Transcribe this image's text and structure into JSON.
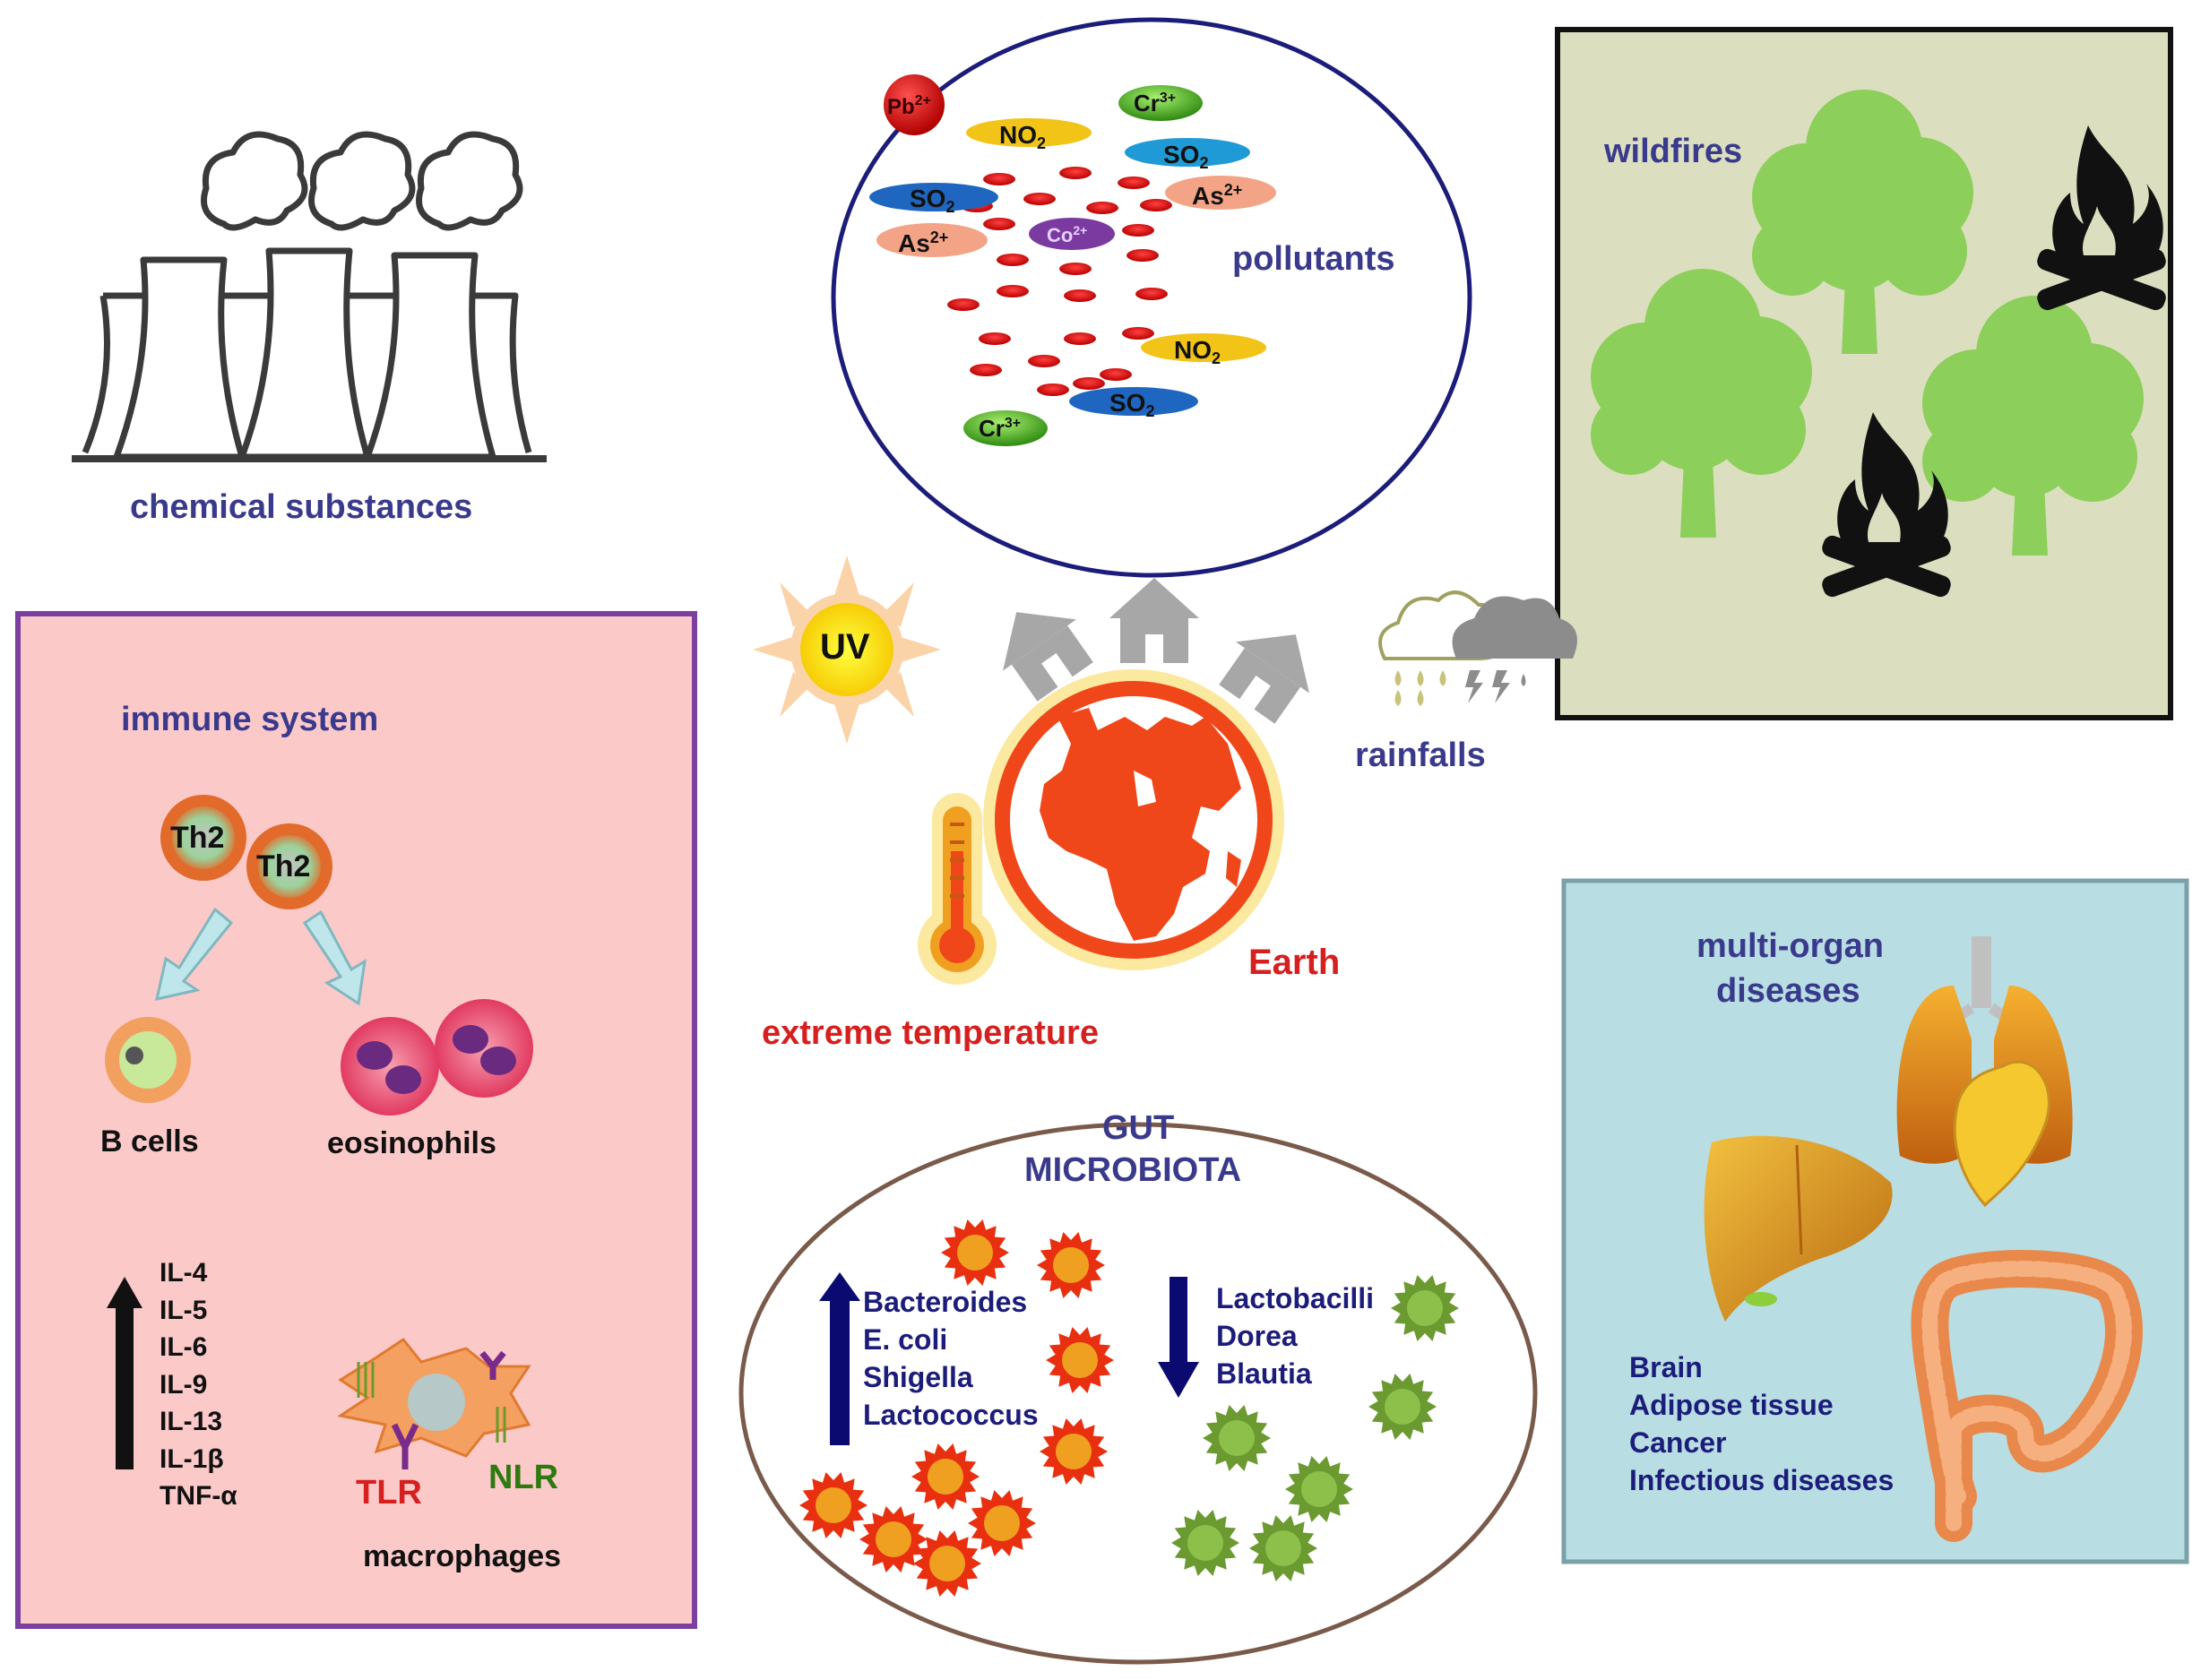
{
  "chemical": {
    "label": "chemical substances"
  },
  "pollutants": {
    "label": "pollutants",
    "ions": [
      "Pb",
      "NO",
      "Cr",
      "SO",
      "SO",
      "As",
      "As",
      "Co",
      "NO",
      "SO",
      "Cr"
    ],
    "superscripts": [
      "2+",
      "3+",
      "2+",
      "2+",
      "2+",
      "3+"
    ],
    "subscripts": [
      "2"
    ]
  },
  "wildfires": {
    "label": "wildfires"
  },
  "climate": {
    "uv": "UV",
    "rainfalls": "rainfalls",
    "earth": "Earth",
    "extreme_temperature": "extreme temperature"
  },
  "immune": {
    "title": "immune system",
    "th2": "Th2",
    "b_cells": "B cells",
    "eosinophils": "eosinophils",
    "cytokines": [
      "IL-4",
      "IL-5",
      "IL-6",
      "IL-9",
      "IL-13",
      "IL-1β",
      "TNF-α"
    ],
    "tlr": "TLR",
    "nlr": "NLR",
    "macrophages": "macrophages"
  },
  "gut": {
    "title_line1": "GUT",
    "title_line2": "MICROBIOTA",
    "increased": [
      "Bacteroides",
      "E. coli",
      "Shigella",
      "Lactococcus"
    ],
    "decreased": [
      "Lactobacilli",
      "Dorea",
      "Blautia"
    ]
  },
  "organs": {
    "title_line1": "multi-organ",
    "title_line2": "diseases",
    "list": [
      "Brain",
      "Adipose tissue",
      "Cancer",
      "Infectious diseases"
    ]
  },
  "colors": {
    "navy_text": "#3a3a8c",
    "red_text": "#d61f1f",
    "immune_bg": "#fcc9c9",
    "immune_border": "#7b3fa0",
    "wildfire_bg": "#dcdfbf",
    "organs_bg": "#b8dde3",
    "tree_green": "#8ccf5a",
    "earth_orange": "#f0471a"
  }
}
